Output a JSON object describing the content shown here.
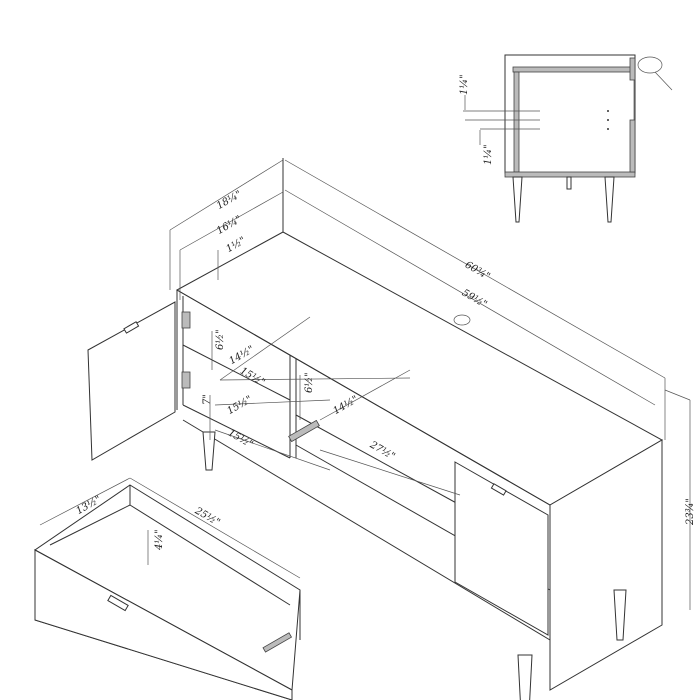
{
  "dimensions": {
    "cabinet_depth_outer": "18¼\"",
    "cabinet_depth_inner": "16¼\"",
    "back_rail": "1½\"",
    "cabinet_width_outer": "60¾\"",
    "cabinet_width_inner": "59½\"",
    "left_upper_height": "6½\"",
    "left_upper_depth": "14½\"",
    "left_upper_width": "15½\"",
    "left_lower_width": "15½\"",
    "left_lower_height": "7\"",
    "left_bottom_width": "15½\"",
    "center_height": "6½\"",
    "center_depth": "14½\"",
    "center_width": "27½\"",
    "cabinet_height": "23¾\"",
    "drawer_depth": "13½\"",
    "drawer_width": "25½\"",
    "drawer_height": "4¼\"",
    "inset_upper_spacing": "1¼\"",
    "inset_lower_spacing": "1¼\""
  }
}
